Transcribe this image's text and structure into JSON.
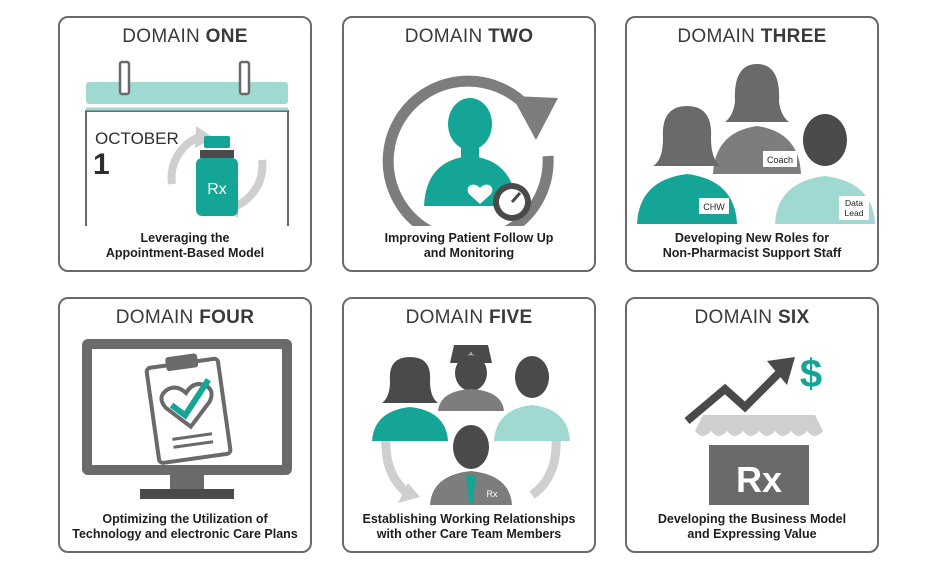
{
  "domains": [
    {
      "prefix": "DOMAIN",
      "name": "ONE",
      "caption": [
        "Leveraging the",
        "Appointment-Based Model"
      ],
      "illustration": {
        "icon": "calendar-rx-bottle-icon",
        "month": "OCTOBER",
        "day": "1",
        "label": "Rx"
      }
    },
    {
      "prefix": "DOMAIN",
      "name": "TWO",
      "caption": [
        "Improving Patient Follow Up",
        "and Monitoring"
      ],
      "illustration": {
        "icon": "patient-followup-icon"
      }
    },
    {
      "prefix": "DOMAIN",
      "name": "THREE",
      "caption": [
        "Developing New Roles for",
        "Non-Pharmacist Support Staff"
      ],
      "illustration": {
        "icon": "support-staff-icon",
        "badges": [
          "Coach",
          "CHW",
          "Data",
          "Lead"
        ]
      }
    },
    {
      "prefix": "DOMAIN",
      "name": "FOUR",
      "caption": [
        "Optimizing the Utilization of",
        "Technology and electronic Care Plans"
      ],
      "illustration": {
        "icon": "monitor-clipboard-icon"
      }
    },
    {
      "prefix": "DOMAIN",
      "name": "FIVE",
      "caption": [
        "Establishing Working Relationships",
        "with other Care Team Members"
      ],
      "illustration": {
        "icon": "care-team-icon",
        "label": "Rx"
      }
    },
    {
      "prefix": "DOMAIN",
      "name": "SIX",
      "caption": [
        "Developing the Business Model",
        "and Expressing Value"
      ],
      "illustration": {
        "icon": "pharmacy-growth-icon",
        "symbol": "$",
        "label": "Rx"
      }
    }
  ],
  "colors": {
    "teal": "#14a596",
    "light_teal": "#9fd9d2",
    "dark_gray": "#4a4a4a",
    "mid_gray": "#7d7d7d",
    "light_gray": "#cfcfcf",
    "border": "#6a6a6a"
  }
}
